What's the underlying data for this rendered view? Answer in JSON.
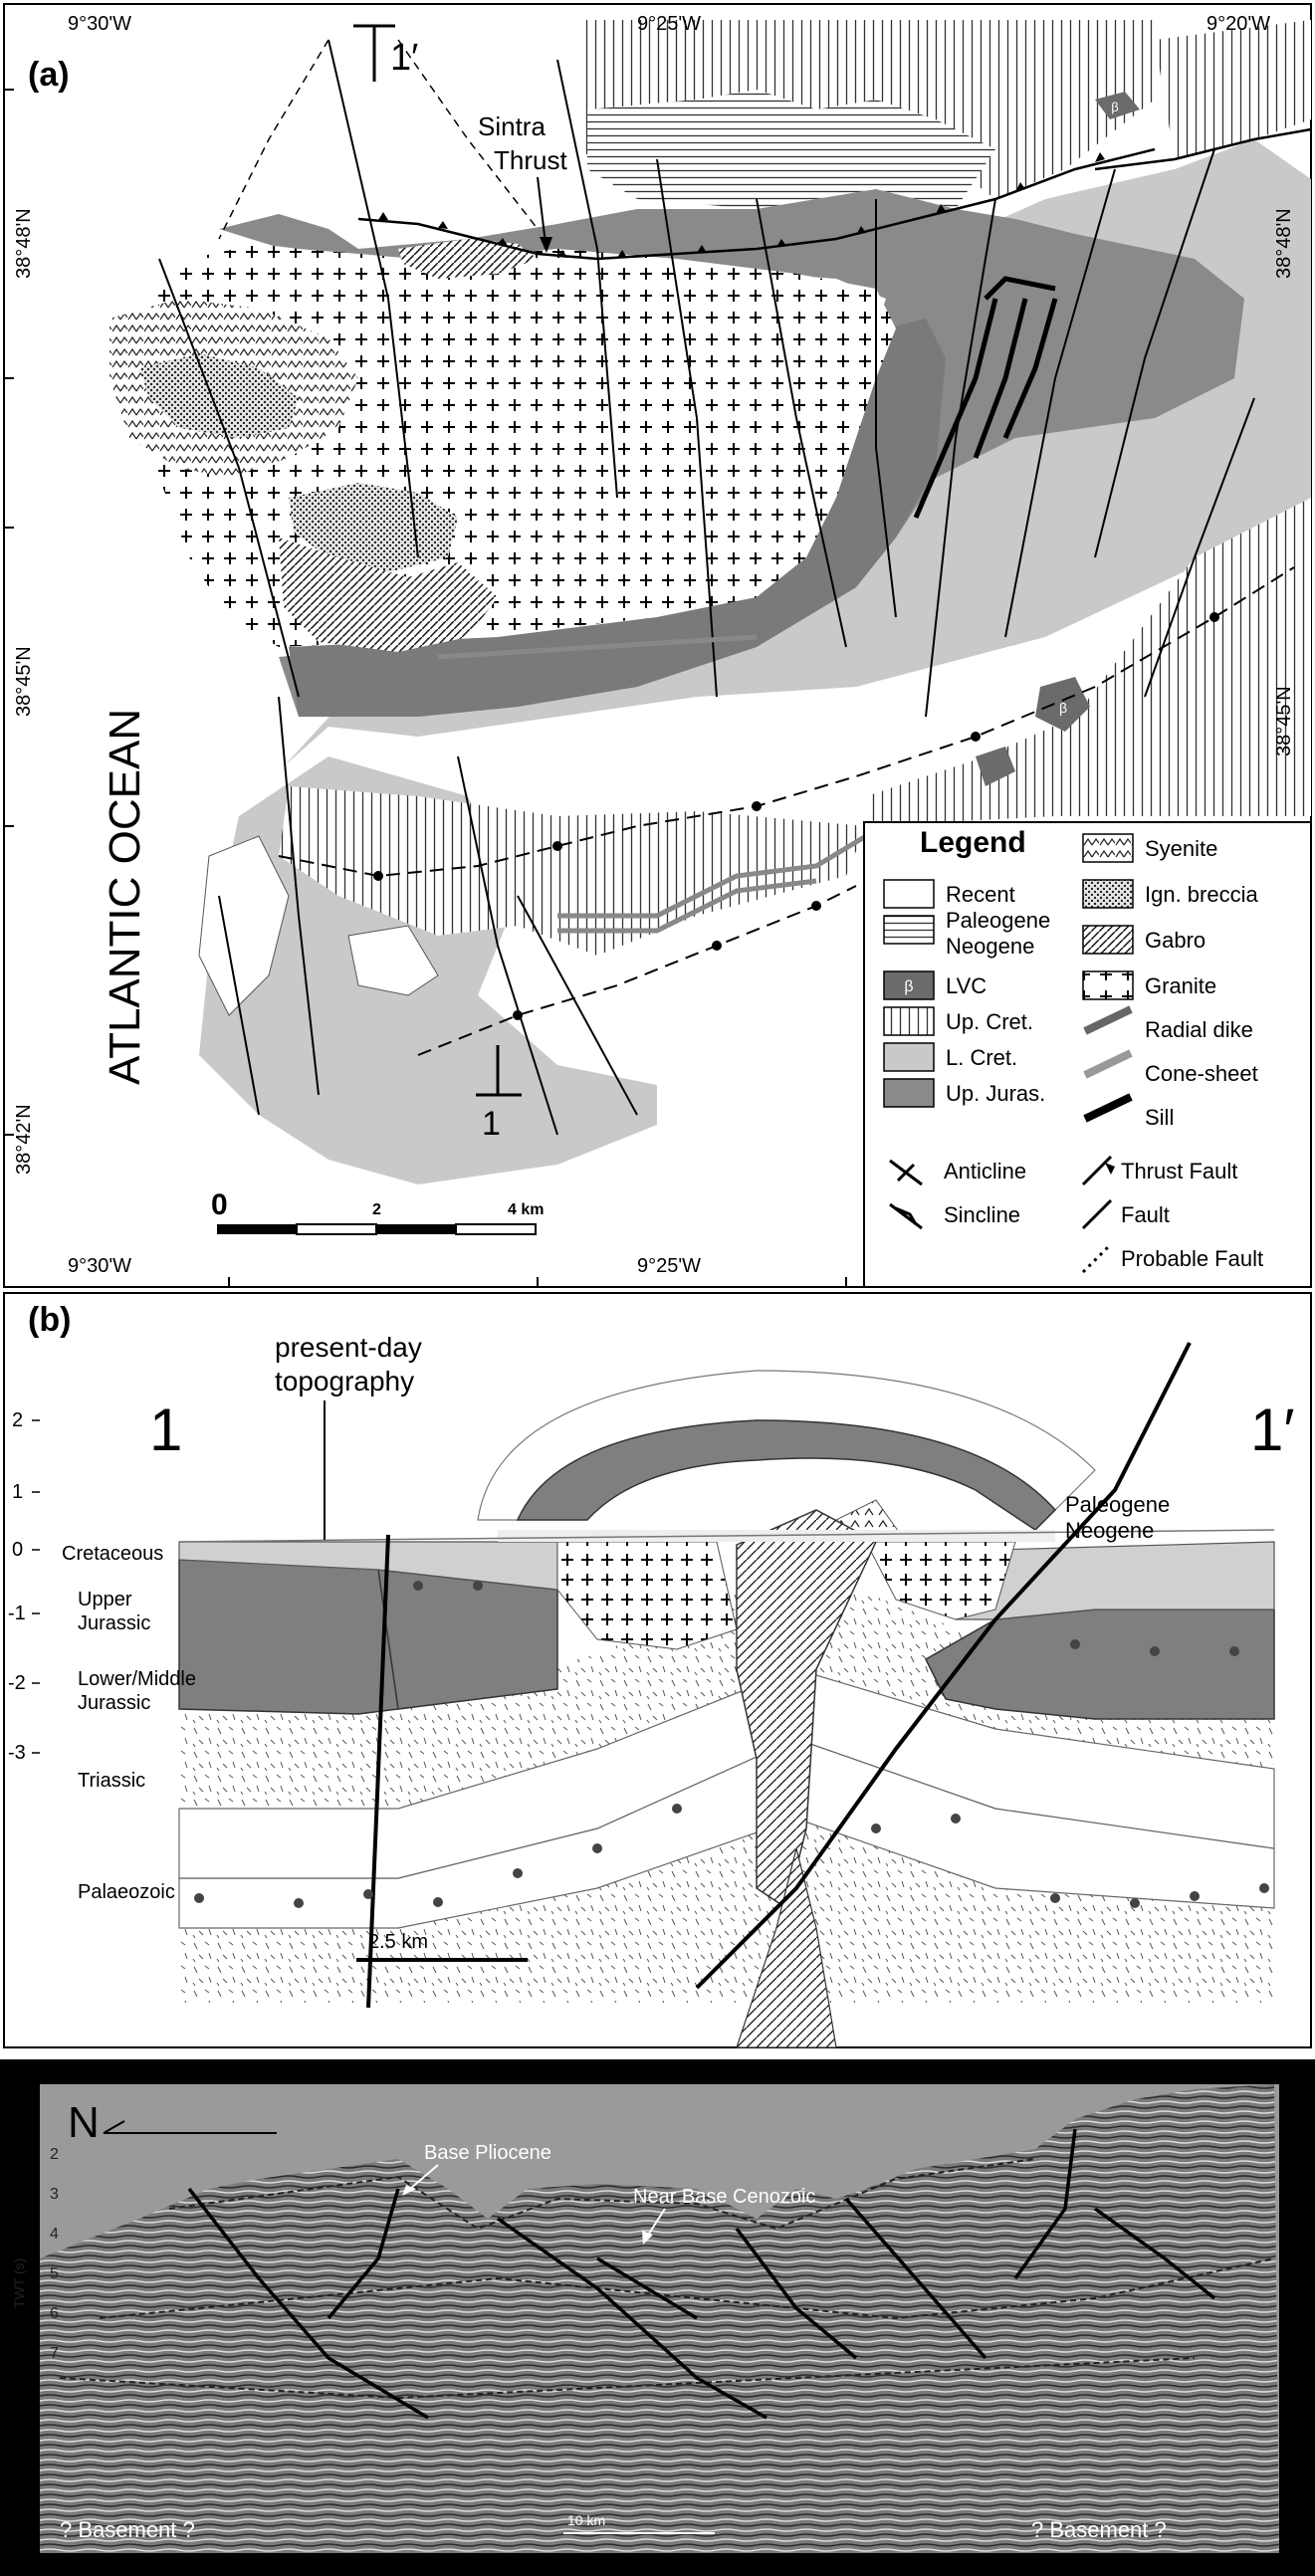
{
  "panel_a": {
    "label": "(a)",
    "coords_top": [
      "9°30'W",
      "9°25'W",
      "9°20'W"
    ],
    "coords_bottom": [
      "9°30'W",
      "9°25'W"
    ],
    "lat_left": [
      "38°48'N",
      "38°45'N",
      "38°42'N"
    ],
    "lat_right": [
      "38°48'N",
      "38°45'N"
    ],
    "ocean": "ATLANTIC OCEAN",
    "section_end_1": "1",
    "section_end_1p": "1′",
    "thrust_label_1": "Sintra",
    "thrust_label_2": "Thrust",
    "scale": {
      "zero": "0",
      "mid": "2",
      "end": "4 km"
    },
    "basalt_symbol": "β",
    "legend": {
      "title": "Legend",
      "left": [
        {
          "label": "Recent",
          "fill": "#ffffff"
        },
        {
          "label": "Paleogene\nNeogene",
          "fill": "url(#hstripe)"
        },
        {
          "label": "LVC",
          "fill": "#6b6b6b"
        },
        {
          "label": "Up. Cret.",
          "fill": "url(#vstripe)"
        },
        {
          "label": "L. Cret.",
          "fill": "#c8c8c8"
        },
        {
          "label": "Up. Juras.",
          "fill": "#8a8a8a"
        }
      ],
      "right": [
        {
          "label": "Syenite"
        },
        {
          "label": "Ign. breccia"
        },
        {
          "label": "Gabro"
        },
        {
          "label": "Granite"
        },
        {
          "label": "Radial dike"
        },
        {
          "label": "Cone-sheet"
        },
        {
          "label": "Sill"
        }
      ],
      "structures": [
        "Anticline",
        "Thrust Fault",
        "Sincline",
        "Fault",
        "Probable Fault"
      ]
    }
  },
  "panel_b": {
    "label": "(b)",
    "topo_1": "present-day",
    "topo_2": "topography",
    "end_left": "1",
    "end_right": "1′",
    "paleo_1": "Paleogene",
    "paleo_2": "Neogene",
    "depth_ticks": [
      "2",
      "1",
      "0",
      "-1",
      "-2",
      "-3"
    ],
    "units": {
      "cretaceous": "Cretaceous",
      "upper_1": "Upper",
      "upper_2": "Jurassic",
      "lower_1": "Lower/Middle",
      "lower_2": "Jurassic",
      "triassic": "Triassic",
      "palaeozoic": "Palaeozoic"
    },
    "scale": "2.5 km"
  },
  "panel_c": {
    "north": "N",
    "axis_label": "TWT (s)",
    "ticks": [
      "2",
      "3",
      "4",
      "5",
      "6",
      "7"
    ],
    "base_pliocene": "Base Pliocene",
    "near_base": "Near Base Cenozoic",
    "basement_left": "? Basement ?",
    "basement_right": "? Basement ?",
    "scale": "10 km"
  }
}
